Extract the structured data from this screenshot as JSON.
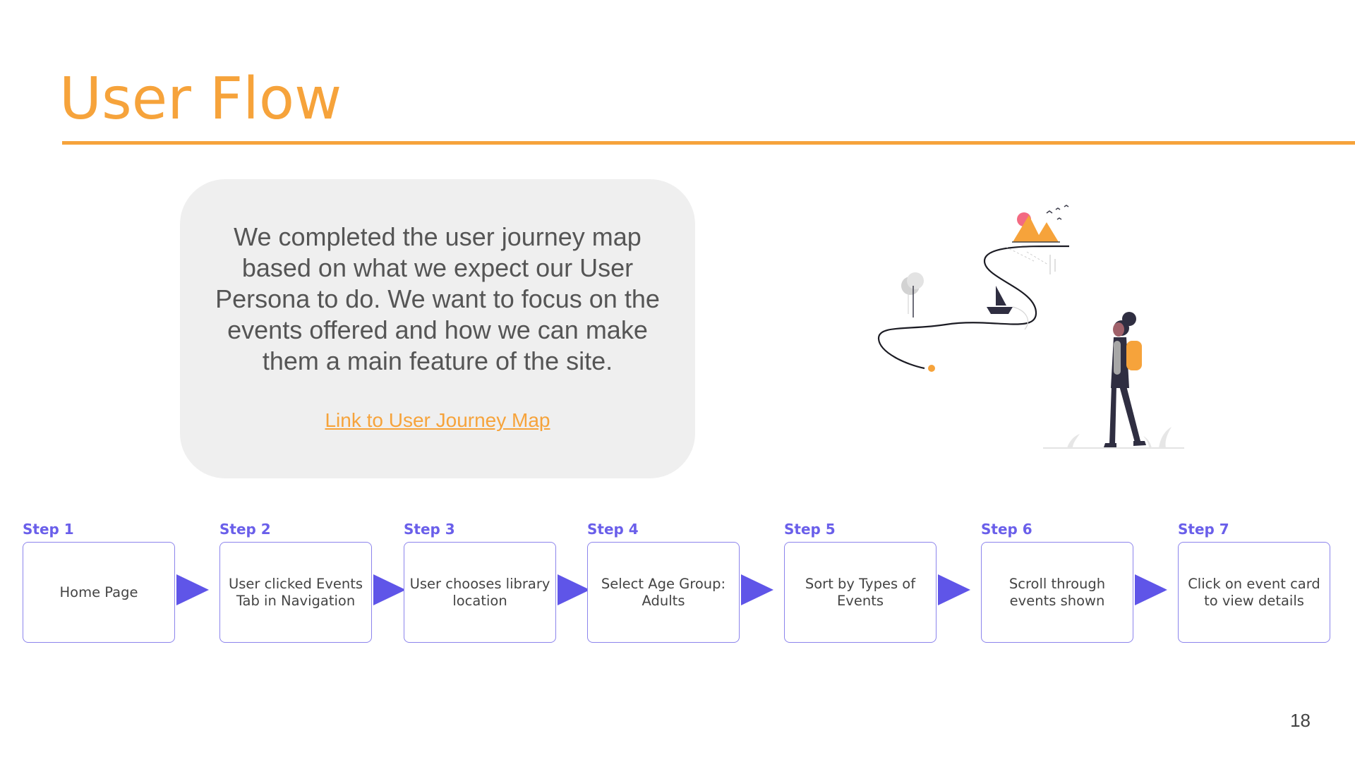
{
  "slide": {
    "title": "User Flow",
    "page_number": "18"
  },
  "info": {
    "text": "We completed the user journey map based on what we expect our User Persona to do. We want to focus on the events offered and how we can make them a main feature of the site.",
    "link_label": "Link to User Journey Map"
  },
  "illustration": {
    "icon": "hiker-journey-illustration"
  },
  "steps": [
    {
      "label": "Step 1",
      "text": "Home Page"
    },
    {
      "label": "Step 2",
      "text": "User clicked Events Tab in Navigation"
    },
    {
      "label": "Step 3",
      "text": "User chooses library location"
    },
    {
      "label": "Step 4",
      "text": "Select Age Group: Adults"
    },
    {
      "label": "Step 5",
      "text": "Sort by Types of Events"
    },
    {
      "label": "Step 6",
      "text": "Scroll through events shown"
    },
    {
      "label": "Step 7",
      "text": "Click on event card to view details"
    }
  ],
  "colors": {
    "accent": "#F6A33B",
    "step": "#6A5FEA",
    "arrow": "#5F55E8",
    "card": "#EFEFEF"
  }
}
